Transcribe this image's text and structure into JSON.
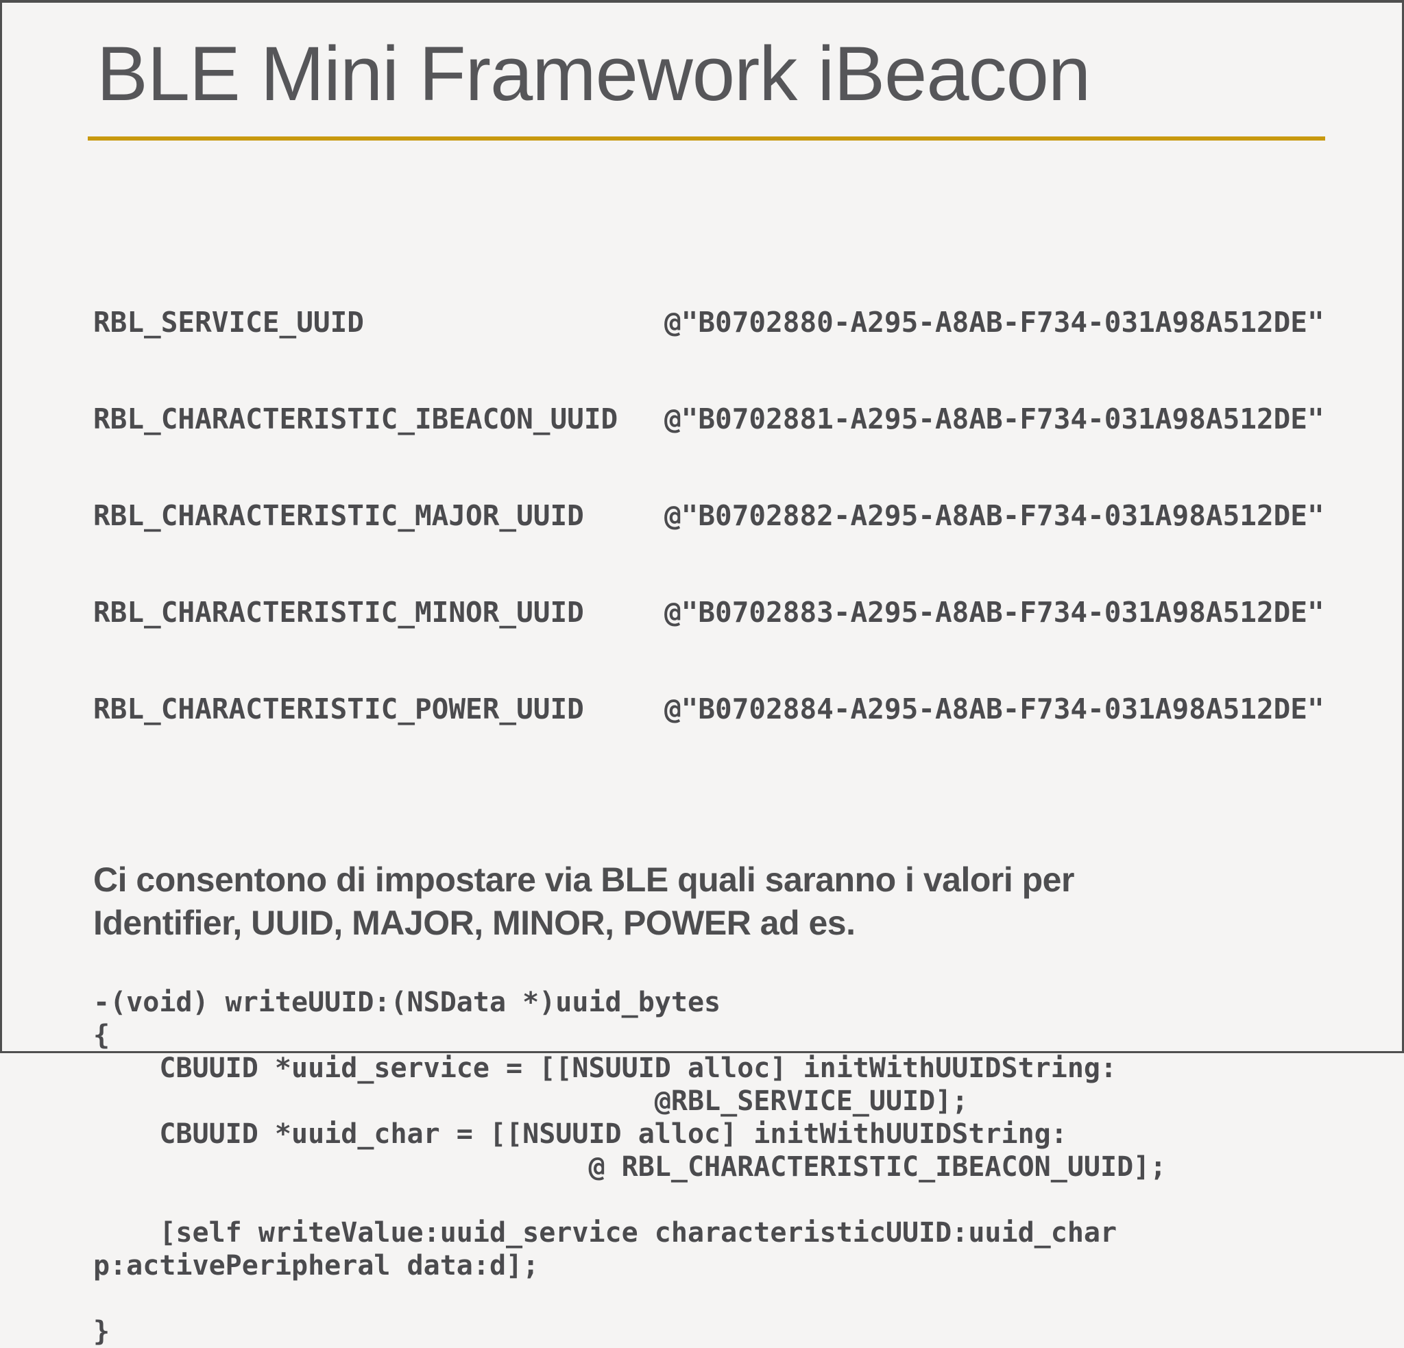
{
  "slide": {
    "title": "BLE Mini Framework iBeacon",
    "accent_color": "#C8990F",
    "background_color": "#F5F4F3",
    "text_color": "#4B4B4E"
  },
  "uuid_definitions": {
    "rows": [
      {
        "name": "RBL_SERVICE_UUID",
        "value": "@\"B0702880-A295-A8AB-F734-031A98A512DE\""
      },
      {
        "name": "RBL_CHARACTERISTIC_IBEACON_UUID",
        "value": "@\"B0702881-A295-A8AB-F734-031A98A512DE\""
      },
      {
        "name": "RBL_CHARACTERISTIC_MAJOR_UUID",
        "value": "@\"B0702882-A295-A8AB-F734-031A98A512DE\""
      },
      {
        "name": "RBL_CHARACTERISTIC_MINOR_UUID",
        "value": "@\"B0702883-A295-A8AB-F734-031A98A512DE\""
      },
      {
        "name": "RBL_CHARACTERISTIC_POWER_UUID",
        "value": "@\"B0702884-A295-A8AB-F734-031A98A512DE\""
      }
    ]
  },
  "description": {
    "line1": "Ci consentono di impostare via BLE quali saranno i valori per",
    "line2": "Identifier, UUID, MAJOR, MINOR, POWER ad es."
  },
  "code": {
    "text": "-(void) writeUUID:(NSData *)uuid_bytes\n{\n    CBUUID *uuid_service = [[NSUUID alloc] initWithUUIDString:\n                                  @RBL_SERVICE_UUID];\n    CBUUID *uuid_char = [[NSUUID alloc] initWithUUIDString:\n                              @ RBL_CHARACTERISTIC_IBEACON_UUID];\n\n    [self writeValue:uuid_service characteristicUUID:uuid_char\np:activePeripheral data:d];\n\n}"
  }
}
